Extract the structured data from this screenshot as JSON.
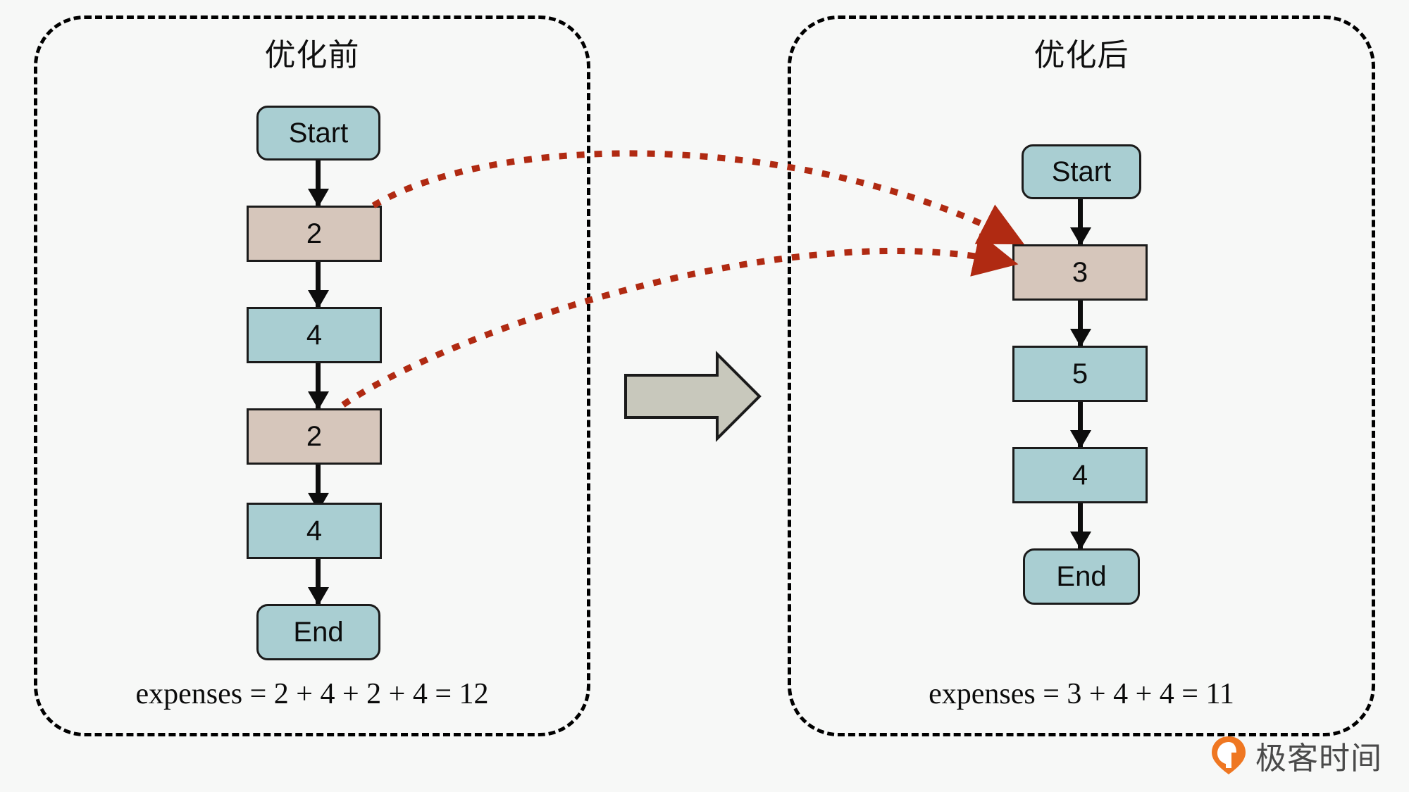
{
  "diagram": {
    "type": "flowchart-comparison",
    "background_color": "#f7f8f7",
    "colors": {
      "teal_node": "#a9ced2",
      "tan_node": "#d6c6bb",
      "node_border": "#1b1b1b",
      "connector": "#0d0d0d",
      "highlight_arrow": "#b02a12",
      "panel_border": "#000000",
      "transform_arrow_fill": "#c8c8bc",
      "brand_orange": "#ef7722"
    },
    "panels": [
      {
        "id": "before",
        "title": "优化前",
        "nodes": [
          {
            "label": "Start",
            "shape": "terminal",
            "fill": "teal"
          },
          {
            "label": "2",
            "shape": "process",
            "fill": "tan"
          },
          {
            "label": "4",
            "shape": "process",
            "fill": "teal"
          },
          {
            "label": "2",
            "shape": "process",
            "fill": "tan"
          },
          {
            "label": "4",
            "shape": "process",
            "fill": "teal"
          },
          {
            "label": "End",
            "shape": "terminal",
            "fill": "teal"
          }
        ],
        "formula": "expenses = 2 + 4 + 2 + 4 = 12",
        "total": 12,
        "terms": [
          2,
          4,
          2,
          4
        ]
      },
      {
        "id": "after",
        "title": "优化后",
        "nodes": [
          {
            "label": "Start",
            "shape": "terminal",
            "fill": "teal"
          },
          {
            "label": "3",
            "shape": "process",
            "fill": "tan"
          },
          {
            "label": "5",
            "shape": "process",
            "fill": "teal"
          },
          {
            "label": "4",
            "shape": "process",
            "fill": "teal"
          },
          {
            "label": "End",
            "shape": "terminal",
            "fill": "teal"
          }
        ],
        "formula": "expenses = 3 + 4 + 4 = 11",
        "total": 11,
        "terms": [
          3,
          4,
          4
        ]
      }
    ],
    "transform_arrow": {
      "direction": "right"
    },
    "merge_arrows": [
      {
        "from": "before.node.2.first",
        "to": "after.node.3",
        "style": "dotted"
      },
      {
        "from": "before.node.2.second",
        "to": "after.node.3",
        "style": "dotted"
      }
    ]
  },
  "watermark": {
    "text": "极客时间",
    "icon": "geektime-logo-icon"
  }
}
